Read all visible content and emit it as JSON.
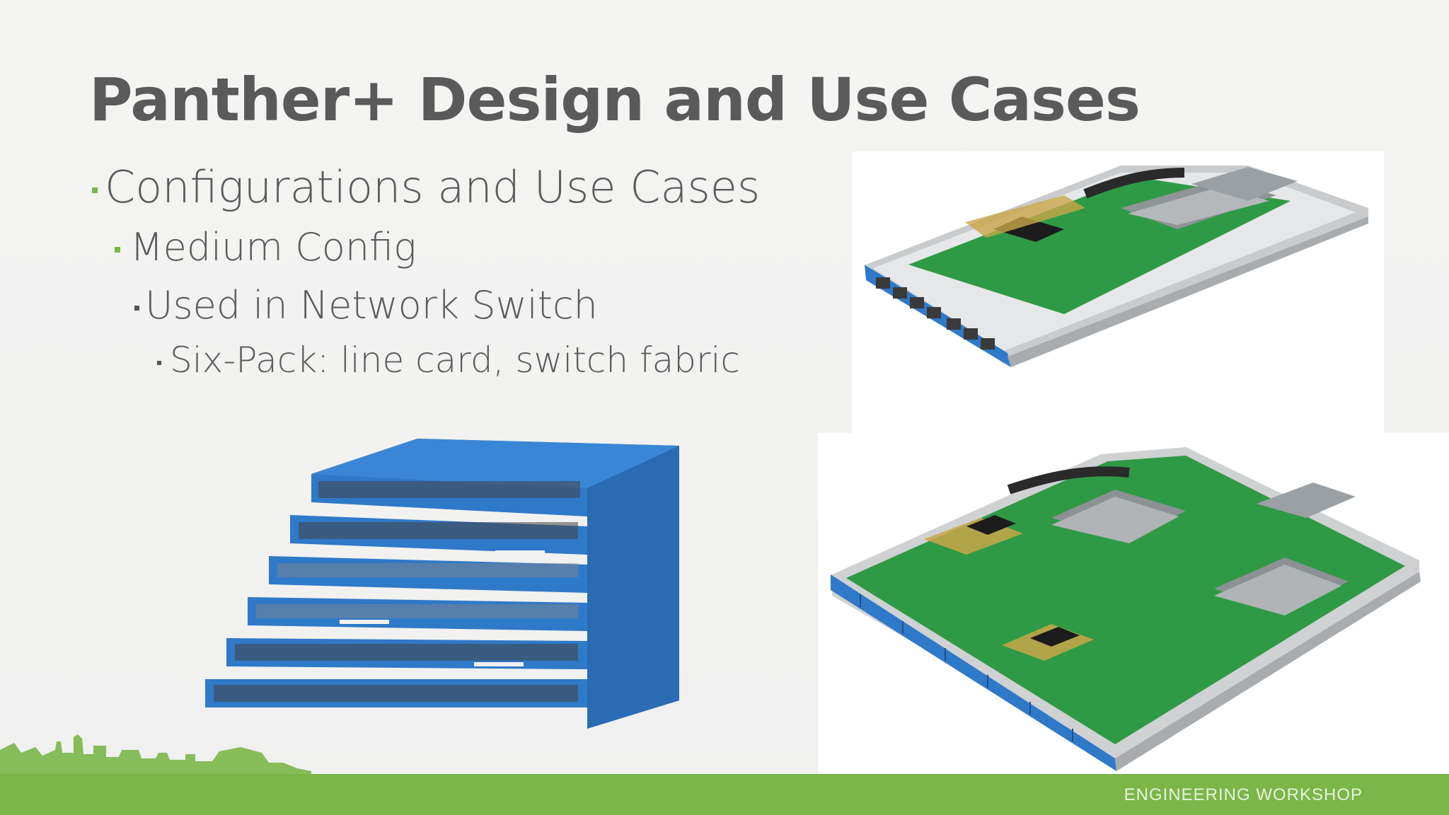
{
  "slide": {
    "title": "Panther+ Design and Use Cases",
    "bullets": {
      "level1": "Configurations and Use Cases",
      "level2": "Medium Config",
      "level3": "Used in Network Switch",
      "level4": "Six-Pack: line card, switch fabric"
    },
    "footer": "ENGINEERING WORKSHOP"
  },
  "colors": {
    "accent_green": "#7ab648",
    "title_gray": "#5a5a5a",
    "chassis_blue": "#2f79c9",
    "pcb_green": "#2f9a45"
  },
  "images": {
    "top_right": "line-card-photo",
    "bottom_right": "switch-fabric-board-photo",
    "bottom_left": "six-pack-chassis-photo",
    "footer_left": "city-skyline-graphic"
  }
}
